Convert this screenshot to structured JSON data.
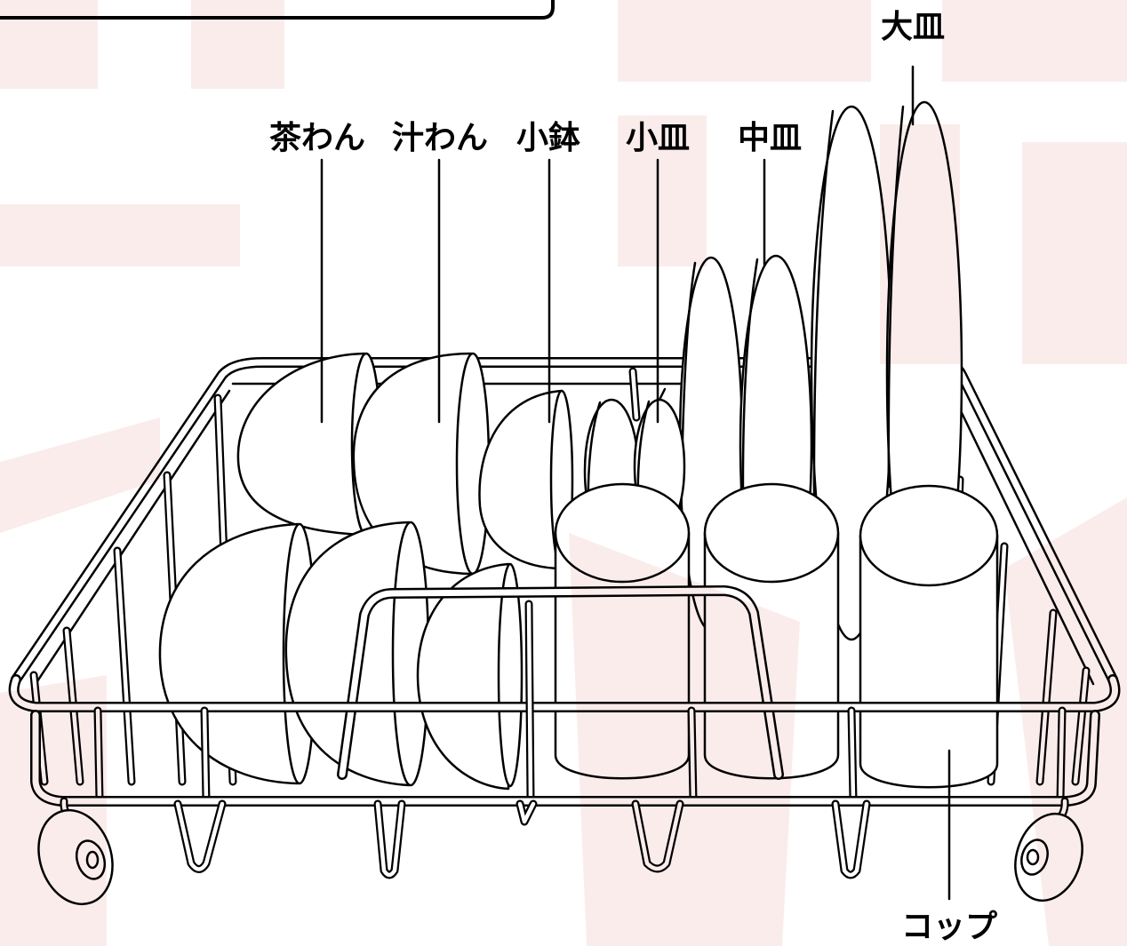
{
  "labels": {
    "large_plate": "大皿",
    "rice_bowl": "茶わん",
    "soup_bowl": "汁わん",
    "small_bowl": "小鉢",
    "small_plate": "小皿",
    "medium_plate": "中皿",
    "cup": "コップ"
  },
  "colors": {
    "line": "#000000",
    "watermark": "#f4c9c9"
  }
}
